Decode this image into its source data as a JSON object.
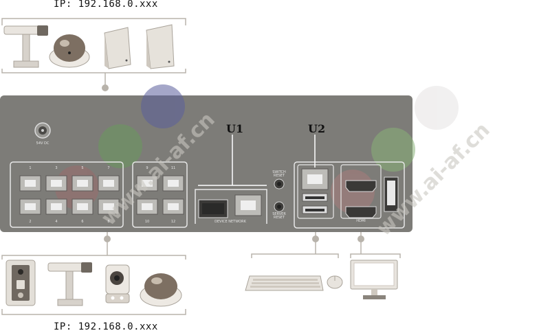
{
  "ip_top": "IP: 192.168.0.xxx",
  "ip_bottom": "IP: 192.168.0.xxx",
  "callout_u1": "U1",
  "callout_u2": "U2",
  "power_label": "54V DC",
  "switch_reset_label": "SWITCH\nRESET",
  "server_reset_label": "SERVER\nRESET",
  "device_network_label": "DEVICE NETWORK",
  "hdmi_label": "HDMI",
  "port_numbers_top": [
    "1",
    "3",
    "5",
    "7",
    "9",
    "11"
  ],
  "port_numbers_bottom": [
    "2",
    "4",
    "6",
    "8",
    "10",
    "12"
  ]
}
